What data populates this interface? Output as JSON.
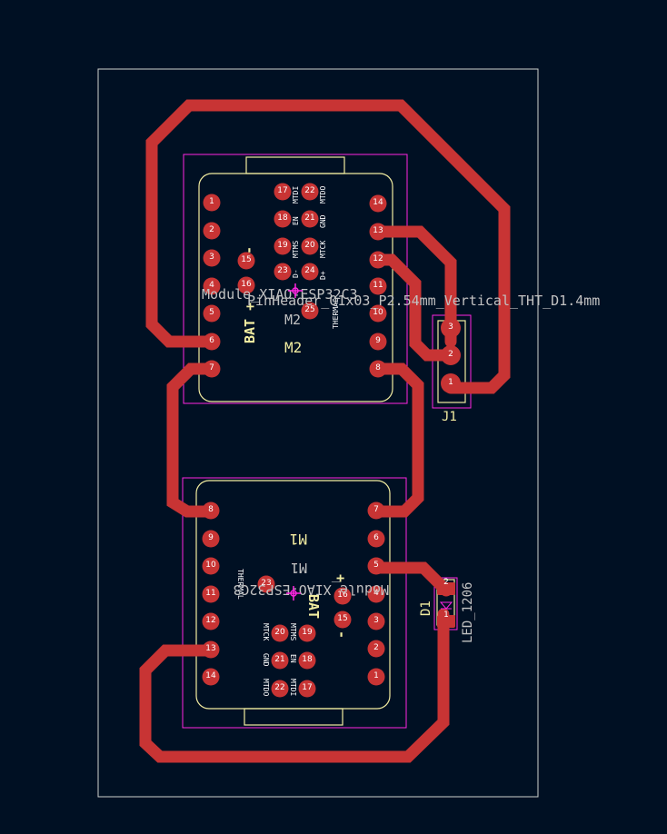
{
  "colors": {
    "background": "#001023",
    "copper": "#c83434",
    "silkscreen": "#f2eda1",
    "courtyard": "#ff26e2",
    "edge_cuts": "#d0d2cd",
    "fab_text": "#c2c2c2"
  },
  "m2": {
    "ref": "M2",
    "ref_fab": "M2",
    "value": "Module_XIAO-ESP32C3",
    "bat_label": "BAT +",
    "minus_label": "-",
    "pads": {
      "p1": "1",
      "p2": "2",
      "p3": "3",
      "p4": "4",
      "p5": "5",
      "p6": "6",
      "p7": "7",
      "p8": "8",
      "p9": "9",
      "p10": "10",
      "p11": "11",
      "p12": "12",
      "p13": "13",
      "p14": "14",
      "p15": "15",
      "p16": "16",
      "p17": "17",
      "p18": "18",
      "p19": "19",
      "p20": "20",
      "p21": "21",
      "p22": "22",
      "p23": "23",
      "p24": "24",
      "p25": "25"
    },
    "pin_labels": {
      "mtdi": "MTDI",
      "mtdo": "MTDO",
      "en": "EN",
      "gnd": "GND",
      "mtms": "MTMS",
      "mtck": "MTCK",
      "dm": "D-",
      "dp": "D+",
      "thermal": "THERMAL"
    }
  },
  "m1": {
    "ref": "M1",
    "ref_fab": "M1",
    "value": "Module_XIAO-ESP32C3",
    "bat_label": "BAT",
    "plus_label": "+",
    "minus_label": "-",
    "pads": {
      "p1": "1",
      "p2": "2",
      "p3": "3",
      "p4": "4",
      "p5": "5",
      "p6": "6",
      "p7": "7",
      "p8": "8",
      "p9": "9",
      "p10": "10",
      "p11": "11",
      "p12": "12",
      "p13": "13",
      "p14": "14",
      "p15": "15",
      "p16": "16",
      "p17": "17",
      "p18": "18",
      "p19": "19",
      "p20": "20",
      "p21": "21",
      "p22": "22",
      "p23": "23"
    },
    "pin_labels": {
      "mtdi": "MTDI",
      "mtdo": "MTDO",
      "en": "EN",
      "gnd": "GND",
      "mtms": "MTMS",
      "mtck": "MTCK",
      "thermal": "THERMAL"
    }
  },
  "j1": {
    "ref": "J1",
    "value": "PinHeader_01x03_P2.54mm_Vertical_THT_D1.4mm",
    "pads": {
      "p1": "1",
      "p2": "2",
      "p3": "3"
    }
  },
  "d1": {
    "ref": "D1",
    "value": "LED_1206",
    "pads": {
      "p1": "1",
      "p2": "2"
    }
  }
}
